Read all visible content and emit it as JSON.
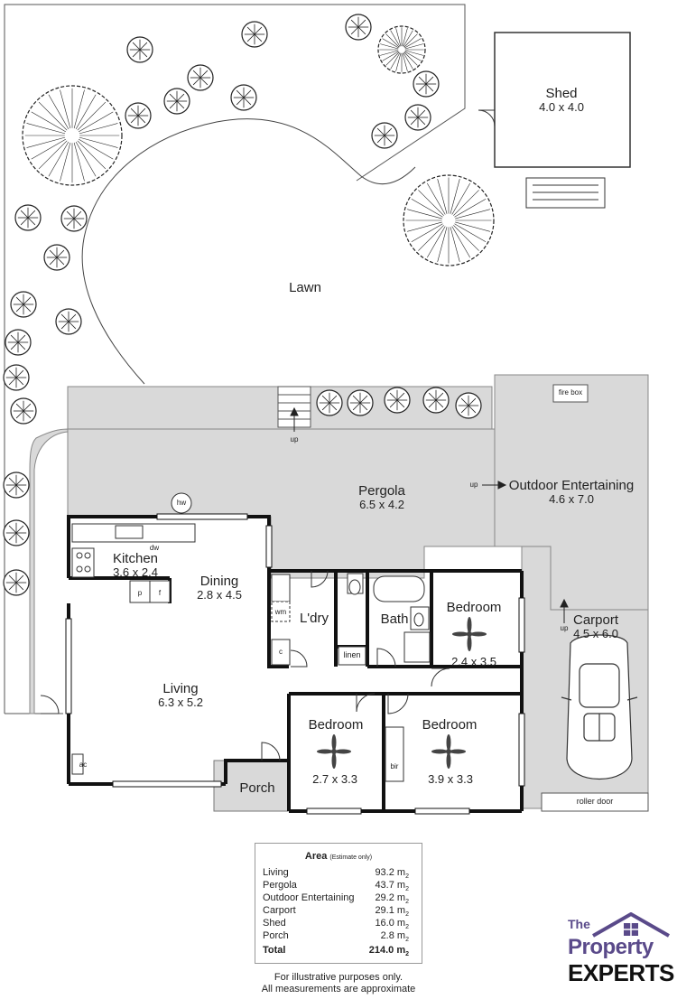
{
  "labels": {
    "shed_name": "Shed",
    "shed_dim": "4.0 x 4.0",
    "lawn": "Lawn",
    "pergola_name": "Pergola",
    "pergola_dim": "6.5 x 4.2",
    "outdoor_name": "Outdoor Entertaining",
    "outdoor_dim": "4.6 x 7.0",
    "fire_box": "fire box",
    "carport_name": "Carport",
    "carport_dim": "4.5 x 6.0",
    "roller_door": "roller door",
    "kitchen_name": "Kitchen",
    "kitchen_dim": "3.6 x 2.4",
    "dining_name": "Dining",
    "dining_dim": "2.8 x 4.5",
    "living_name": "Living",
    "living_dim": "6.3 x 5.2",
    "laundry": "L'dry",
    "bath": "Bath",
    "linen": "linen",
    "bed1_name": "Bedroom",
    "bed1_dim": "2.4 x 3.5",
    "bed2_name": "Bedroom",
    "bed2_dim": "2.7 x 3.3",
    "bed3_name": "Bedroom",
    "bed3_dim": "3.9 x 3.3",
    "porch": "Porch",
    "hw": "hw",
    "dw": "dw",
    "wm": "wm",
    "c": "c",
    "p": "p",
    "f": "f",
    "ac": "ac",
    "bir": "bir",
    "up1": "up",
    "up2": "up",
    "up3": "up"
  },
  "area": {
    "title": "Area",
    "subtitle": "(Estimate only)",
    "unit": "m",
    "rows": [
      {
        "name": "Living",
        "value": "93.2"
      },
      {
        "name": "Pergola",
        "value": "43.7"
      },
      {
        "name": "Outdoor Entertaining",
        "value": "29.2"
      },
      {
        "name": "Carport",
        "value": "29.1"
      },
      {
        "name": "Shed",
        "value": "16.0"
      },
      {
        "name": "Porch",
        "value": "2.8"
      }
    ],
    "total_label": "Total",
    "total_value": "214.0"
  },
  "footer": {
    "line1": "For illustrative purposes only.",
    "line2": "All measurements are approximate"
  },
  "logo": {
    "the": "The",
    "property": "Property",
    "experts": "EXPERTS",
    "brand_color": "#5a4a8a"
  },
  "colors": {
    "paved": "#d9d9d9",
    "wall": "#111111",
    "line": "#333333"
  }
}
